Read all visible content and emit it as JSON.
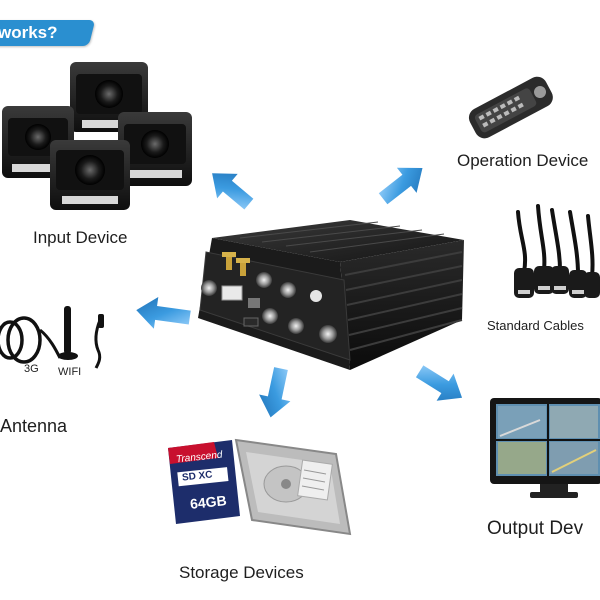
{
  "header": {
    "badge_text": "works?"
  },
  "labels": {
    "input_device": "Input Device",
    "operation_device": "Operation Device",
    "standard_cables": "Standard Cables",
    "antenna": "Antenna",
    "antenna_3g": "3G",
    "antenna_wifi": "WIFI",
    "output_device": "Output Dev",
    "storage_devices": "Storage Devices",
    "sd_brand": "Transcend",
    "sd_capacity": "64GB",
    "sd_type": "SD XC"
  },
  "colors": {
    "arrow_blue": "#2f8fd6",
    "arrow_light": "#7fc0f0",
    "device_body": "#1c1c1c",
    "badge_blue": "#2a8fd0",
    "sd_red": "#c8102e",
    "sd_navy": "#1d2d6b"
  }
}
